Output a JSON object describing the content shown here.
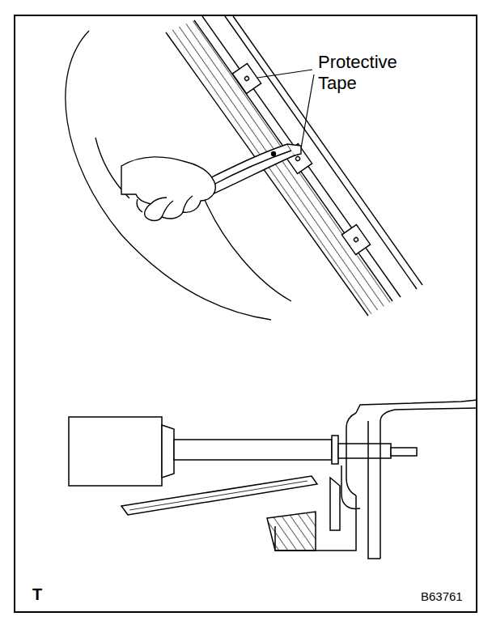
{
  "diagram": {
    "labels": [
      "Protective Tape",
      "T",
      "B63761"
    ]
  }
}
